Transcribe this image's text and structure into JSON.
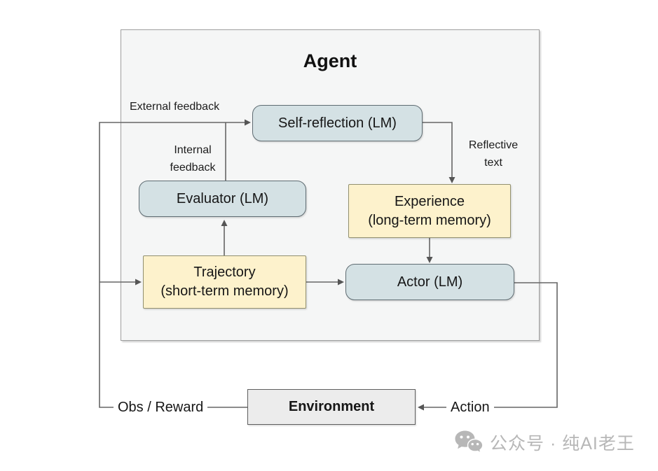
{
  "agent": {
    "title": "Agent"
  },
  "nodes": {
    "self_reflection": {
      "label": "Self-reflection (LM)",
      "type": "lm"
    },
    "evaluator": {
      "label": "Evaluator (LM)",
      "type": "lm"
    },
    "experience": {
      "title": "Experience",
      "subtitle": "(long-term memory)",
      "type": "memory"
    },
    "trajectory": {
      "title": "Trajectory",
      "subtitle": "(short-term memory)",
      "type": "memory"
    },
    "actor": {
      "label": "Actor (LM)",
      "type": "lm"
    },
    "environment": {
      "label": "Environment"
    }
  },
  "edge_labels": {
    "external_feedback": "External feedback",
    "internal_feedback": {
      "line1": "Internal",
      "line2": "feedback"
    },
    "reflective_text": {
      "line1": "Reflective",
      "line2": "text"
    },
    "obs_reward": "Obs / Reward",
    "action": "Action"
  },
  "colors": {
    "lm_fill": "#d4e1e4",
    "lm_border": "#5f6c72",
    "memory_fill": "#fdf2cc",
    "memory_border": "#92906f",
    "environment_fill": "#ececec",
    "environment_border": "#5f5f5f",
    "agent_fill": "#f5f6f6",
    "agent_border": "#9e9e9e",
    "connector": "#666666",
    "watermark": "#b7b7b7"
  },
  "watermark": {
    "icon": "wechat-icon",
    "text": "公众号 · 纯AI老王"
  }
}
